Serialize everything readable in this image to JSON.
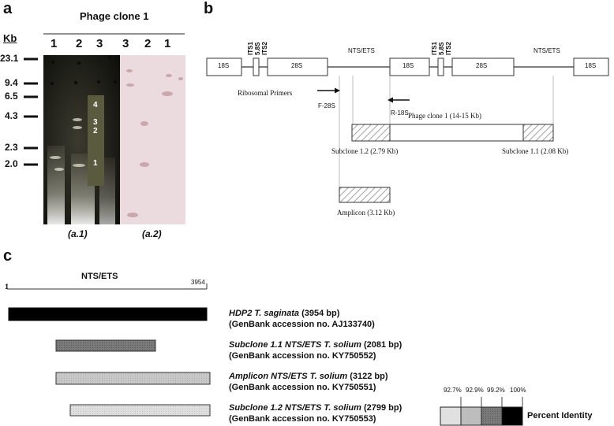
{
  "panel_a": {
    "letter": "a",
    "title": "Phage clone 1",
    "axis_unit": "Kb",
    "markers": [
      "23.1",
      "9.4",
      "6.5",
      "4.3",
      "2.3",
      "2.0"
    ],
    "lanes_left": [
      "1",
      "2",
      "3"
    ],
    "lanes_right": [
      "3",
      "2",
      "1"
    ],
    "band_labels": [
      "4",
      "3",
      "2",
      "1"
    ],
    "sublabels": [
      "(a.1)",
      "(a.2)"
    ]
  },
  "panel_b": {
    "letter": "b",
    "segments": [
      "18S",
      "28S",
      "18S",
      "28S",
      "18S"
    ],
    "its_labels": [
      "ITS1",
      "5.8S",
      "ITS2"
    ],
    "nts_labels": [
      "NTS/ETS",
      "NTS/ETS"
    ],
    "primers_label": "Ribosomal Primers",
    "forward_primer": "F-28S",
    "reverse_primer": "R-18S",
    "phage_label": "Phage clone 1 (14-15 Kb)",
    "subclone_12": "Subclone 1.2 (2.79 Kb)",
    "subclone_11": "Subclone 1.1 (2.08 Kb)",
    "amplicon": "Amplicon (3.12 Kb)"
  },
  "panel_c": {
    "letter": "c",
    "ruler_title": "NTS/ETS",
    "ruler_start": "1",
    "ruler_end": "3954",
    "rows": [
      {
        "name": "HDP2 T. saginata",
        "detail": "(3954 bp)",
        "accession": "(GenBank accession no.  AJ133740)",
        "color": "#000000"
      },
      {
        "name": "Subclone 1.1 NTS/ETS T. solium",
        "detail": "(2081 bp)",
        "accession": "(GenBank accession no. KY750552)",
        "color": "#7a7a7a"
      },
      {
        "name": "Amplicon NTS/ETS T. solium",
        "detail": "(3122 bp)",
        "accession": "(GenBank accession no. KY750551)",
        "color": "#c8c8c8"
      },
      {
        "name": "Subclone 1.2 NTS/ETS T. solium",
        "detail": "(2799 bp)",
        "accession": "(GenBank accession no. KY750553)",
        "color": "#dedede"
      }
    ],
    "identity_values": [
      "92.7%",
      "92.9%",
      "99.2%",
      "100%"
    ],
    "identity_colors": [
      "#e0e0e0",
      "#bdbdbd",
      "#7a7a7a",
      "#000000"
    ],
    "identity_label": "Percent Identity"
  }
}
